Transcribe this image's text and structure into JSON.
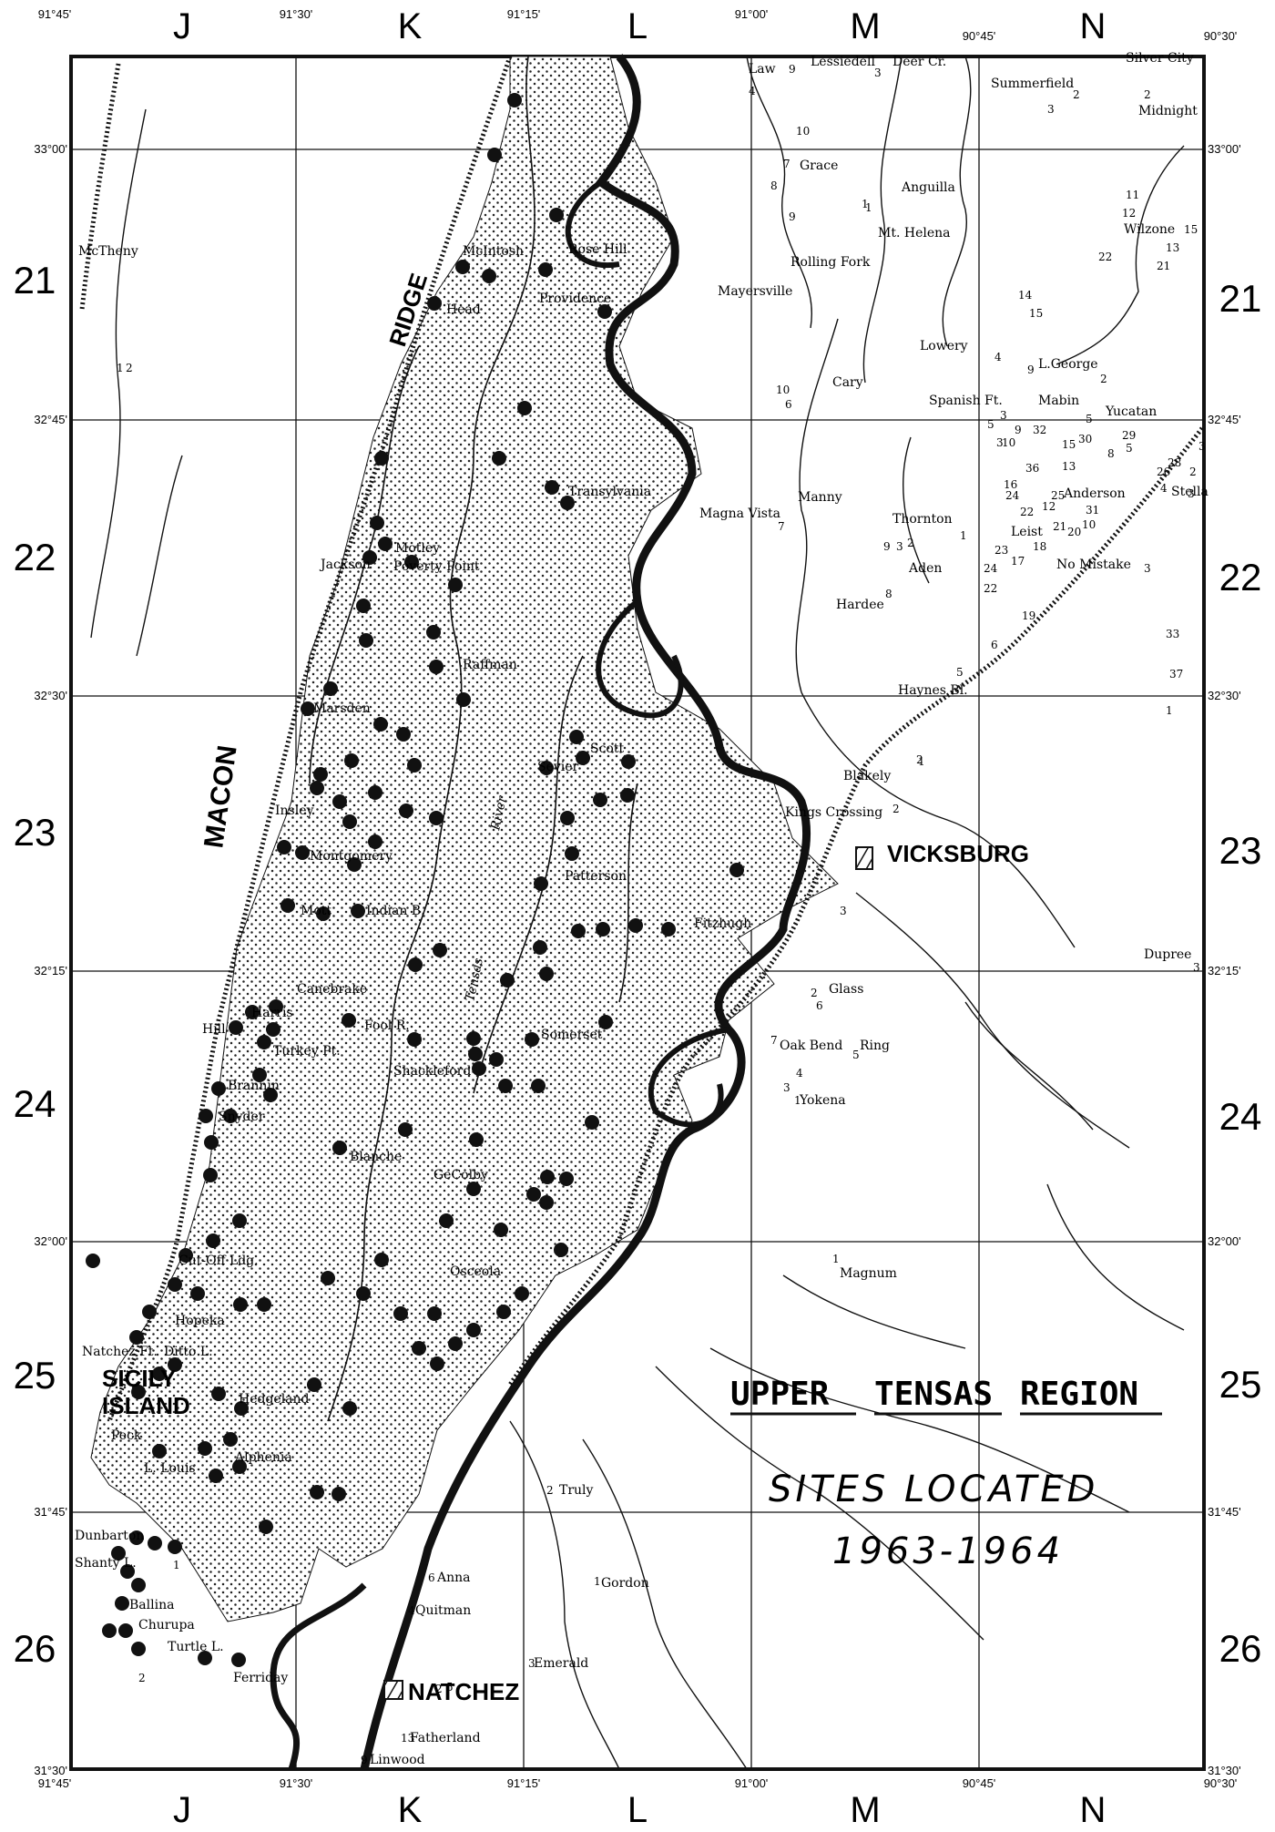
{
  "grid": {
    "columns": [
      "J",
      "K",
      "L",
      "M",
      "N"
    ],
    "rows": [
      "21",
      "22",
      "23",
      "24",
      "25",
      "26"
    ],
    "longitudes": [
      "91°45'",
      "91°30'",
      "91°15'",
      "91°00'",
      "90°45'",
      "90°30'"
    ],
    "latitudes": [
      "33°00'",
      "32°45'",
      "32°30'",
      "32°15'",
      "32°00'",
      "31°45'",
      "31°30'"
    ]
  },
  "legend": {
    "region_words": [
      "UPPER",
      "TENSAS",
      "REGION"
    ],
    "subtitle_line1": "SITES LOCATED",
    "subtitle_line2": "1963-1964"
  },
  "labels": {
    "ridge": "RIDGE",
    "macon": "MACON",
    "tensas": "Tensas",
    "river": "River",
    "sicily": "SICILY",
    "island": "ISLAND",
    "vicksburg": "VICKSBURG",
    "natchez": "NATCHEZ"
  },
  "places": [
    {
      "name": "Law"
    },
    {
      "name": "Lessiedell"
    },
    {
      "name": "Deer Cr."
    },
    {
      "name": "Silver City"
    },
    {
      "name": "Summerfield"
    },
    {
      "name": "Midnight"
    },
    {
      "name": "Grace"
    },
    {
      "name": "Anguilla"
    },
    {
      "name": "Mt. Helena"
    },
    {
      "name": "Wilzone"
    },
    {
      "name": "Rolling Fork"
    },
    {
      "name": "Mayersville"
    },
    {
      "name": "McTheny"
    },
    {
      "name": "McIntosh"
    },
    {
      "name": "Rose Hill"
    },
    {
      "name": "Head"
    },
    {
      "name": "Providence"
    },
    {
      "name": "Lowery"
    },
    {
      "name": "L.George"
    },
    {
      "name": "Cary"
    },
    {
      "name": "Spanish Ft."
    },
    {
      "name": "Mabin"
    },
    {
      "name": "Yucatan"
    },
    {
      "name": "Transylvania"
    },
    {
      "name": "Manny"
    },
    {
      "name": "Magna Vista"
    },
    {
      "name": "Anderson"
    },
    {
      "name": "Stella"
    },
    {
      "name": "Motley"
    },
    {
      "name": "Poverty Point"
    },
    {
      "name": "Jackson"
    },
    {
      "name": "Thornton"
    },
    {
      "name": "Aden"
    },
    {
      "name": "Leist"
    },
    {
      "name": "No Mistake"
    },
    {
      "name": "Hardee"
    },
    {
      "name": "Raffman"
    },
    {
      "name": "Marsden"
    },
    {
      "name": "Haynes Bl."
    },
    {
      "name": "Scott"
    },
    {
      "name": "Sevier"
    },
    {
      "name": "Blakely"
    },
    {
      "name": "Kings Crossing"
    },
    {
      "name": "Insley"
    },
    {
      "name": "Montgomery"
    },
    {
      "name": "Patterson"
    },
    {
      "name": "Mott"
    },
    {
      "name": "Indian B."
    },
    {
      "name": "Fitzhugh"
    },
    {
      "name": "Dupree"
    },
    {
      "name": "Canebrake"
    },
    {
      "name": "Glass"
    },
    {
      "name": "Harris"
    },
    {
      "name": "Hill"
    },
    {
      "name": "Fool R."
    },
    {
      "name": "Turkey Pt."
    },
    {
      "name": "Somerset"
    },
    {
      "name": "Oak Bend"
    },
    {
      "name": "Ring"
    },
    {
      "name": "Shackleford"
    },
    {
      "name": "Brannin"
    },
    {
      "name": "Yokena"
    },
    {
      "name": "Snyder"
    },
    {
      "name": "Blanche"
    },
    {
      "name": "GeColby"
    },
    {
      "name": "Cut-Off Ldg."
    },
    {
      "name": "Osceola"
    },
    {
      "name": "Magnum"
    },
    {
      "name": "Hopeka"
    },
    {
      "name": "Natchez Ft."
    },
    {
      "name": "Ditto L."
    },
    {
      "name": "Hedgeland"
    },
    {
      "name": "Peck"
    },
    {
      "name": "Alphenia"
    },
    {
      "name": "L. Louis"
    },
    {
      "name": "Truly"
    },
    {
      "name": "Dunbarton"
    },
    {
      "name": "Shanty L."
    },
    {
      "name": "Anna"
    },
    {
      "name": "Gordon"
    },
    {
      "name": "Quitman"
    },
    {
      "name": "Ballina"
    },
    {
      "name": "Churupa"
    },
    {
      "name": "Turtle L."
    },
    {
      "name": "Emerald"
    },
    {
      "name": "Ferriday"
    },
    {
      "name": "Fatherland"
    },
    {
      "name": "Linwood"
    }
  ],
  "site_numbers": [
    "4",
    "9",
    "3",
    "2",
    "10",
    "7",
    "8",
    "9",
    "3",
    "2",
    "1",
    "11",
    "12",
    "22",
    "13",
    "15",
    "14",
    "15",
    "21",
    "4",
    "9",
    "2",
    "5",
    "1",
    "10",
    "6",
    "3",
    "5",
    "3",
    "10",
    "9",
    "32",
    "15",
    "30",
    "8",
    "29",
    "5",
    "13",
    "36",
    "16",
    "22",
    "12",
    "25",
    "24",
    "31",
    "21",
    "20",
    "10",
    "23",
    "17",
    "18",
    "28",
    "2",
    "3",
    "26",
    "4",
    "3",
    "7",
    "1",
    "9",
    "3",
    "2",
    "8",
    "24",
    "22",
    "19",
    "3",
    "33",
    "6",
    "5",
    "37",
    "1",
    "2",
    "1",
    "2",
    "3",
    "3",
    "2",
    "6",
    "7",
    "5",
    "4",
    "3",
    "1",
    "1",
    "2",
    "1",
    "6",
    "4",
    "3",
    "2",
    "5",
    "13",
    "9",
    "1",
    "2",
    "1",
    "2"
  ],
  "colors": {
    "ink": "#111111",
    "paper": "#ffffff",
    "stipple": "#222222"
  }
}
